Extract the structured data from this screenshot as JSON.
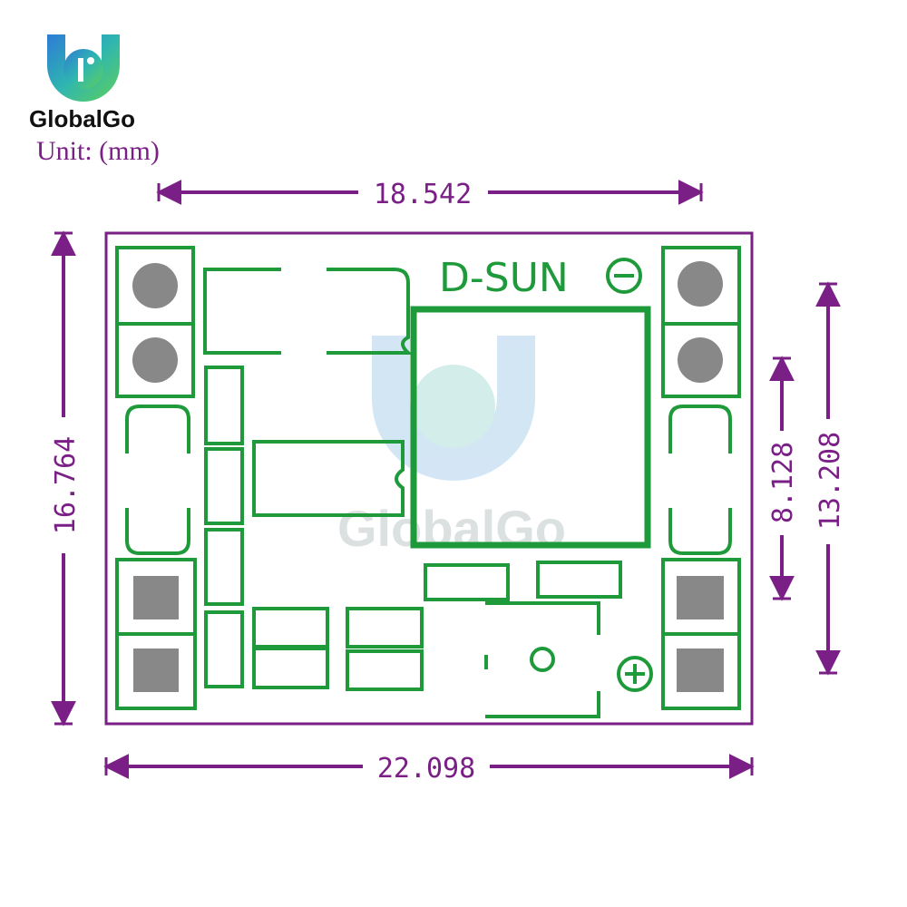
{
  "brand": {
    "name": "GlobalGo",
    "watermark": "GlobalGo"
  },
  "unit_label": "Unit: (mm)",
  "board": {
    "silkscreen_label": "D-SUN"
  },
  "polarity": {
    "negative": "−",
    "positive": "+"
  },
  "dimensions": {
    "top_width": "18.542",
    "overall_width": "22.098",
    "overall_height": "16.764",
    "inner_height": "8.128",
    "terminal_span": "13.208"
  },
  "colors": {
    "dimension": "#7a1f86",
    "trace": "#1f9a3a",
    "pad": "#888888",
    "outline": "#7a1f86"
  }
}
